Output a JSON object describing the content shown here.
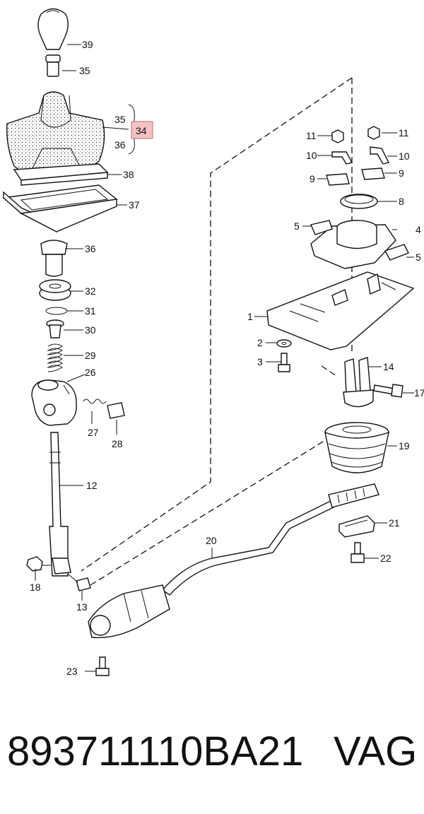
{
  "labels": {
    "l39": "39",
    "l35a": "35",
    "l35b": "35",
    "l34": "34",
    "l36a": "36",
    "l38": "38",
    "l37": "37",
    "l36b": "36",
    "l32": "32",
    "l31": "31",
    "l30": "30",
    "l29": "29",
    "l26": "26",
    "l27": "27",
    "l28": "28",
    "l12": "12",
    "l18": "18",
    "l13": "13",
    "l20": "20",
    "l23": "23",
    "l11a": "11",
    "l11b": "11",
    "l10a": "10",
    "l10b": "10",
    "l9a": "9",
    "l9b": "9",
    "l8": "8",
    "l5a": "5",
    "l4": "4",
    "l5b": "5",
    "l1": "1",
    "l2": "2",
    "l3": "3",
    "l14": "14",
    "l17": "17",
    "l19": "19",
    "l21": "21",
    "l22": "22"
  },
  "highlight_color": "#f4c2c2",
  "footer": {
    "part_number": "893711110BA21",
    "brand": "VAG"
  }
}
